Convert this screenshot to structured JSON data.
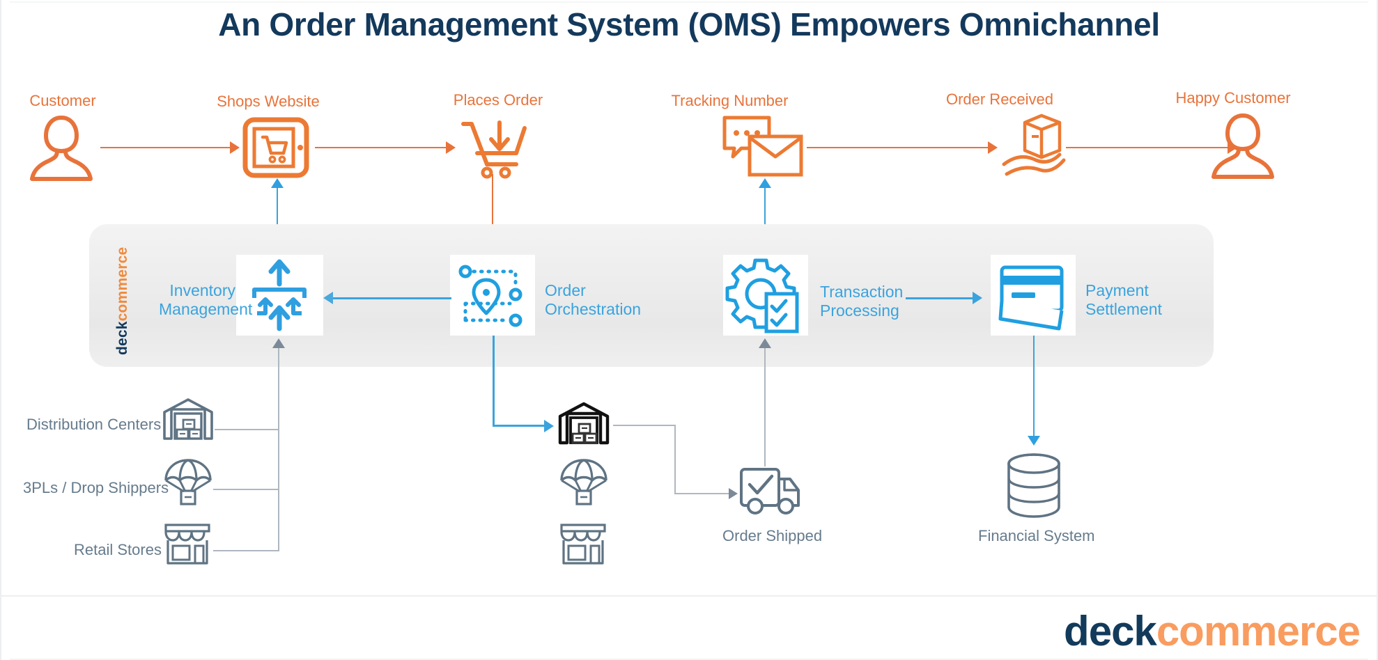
{
  "page": {
    "title": "An Order Management System (OMS) Empowers Omnichannel",
    "brand": {
      "part1": "deck",
      "part2": "commerce"
    },
    "colors": {
      "title_navy": "#13395c",
      "orange": "#e8733a",
      "blue": "#3aa3dd",
      "gray_blue": "#667b8c",
      "panel_gray": "#eceded",
      "brand_orange": "#f99c5f",
      "brand_navy": "#123a5b"
    }
  },
  "customer_journey": {
    "steps": [
      {
        "label": "Customer",
        "icon": "customer-avatar-icon"
      },
      {
        "label": "Shops Website",
        "icon": "tablet-cart-icon"
      },
      {
        "label": "Places Order",
        "icon": "shopping-cart-download-icon"
      },
      {
        "label": "Tracking Number",
        "icon": "chat-envelope-icon"
      },
      {
        "label": "Order Received",
        "icon": "package-in-hand-icon"
      },
      {
        "label": "Happy Customer",
        "icon": "customer-avatar-icon"
      }
    ]
  },
  "oms_panel": {
    "logo": {
      "part1": "deck",
      "part2": "commerce"
    },
    "capabilities": [
      {
        "label_line1": "Inventory",
        "label_line2": "Management",
        "icon": "inventory-arrows-icon"
      },
      {
        "label_line1": "Order",
        "label_line2": "Orchestration",
        "icon": "route-pin-icon"
      },
      {
        "label_line1": "Transaction",
        "label_line2": "Processing",
        "icon": "gear-checklist-icon"
      },
      {
        "label_line1": "Payment",
        "label_line2": "Settlement",
        "icon": "credit-card-icon"
      }
    ]
  },
  "fulfillment_sources": {
    "items": [
      {
        "label": "Distribution Centers",
        "icon": "warehouse-icon"
      },
      {
        "label": "3PLs / Drop Shippers",
        "icon": "parachute-package-icon"
      },
      {
        "label": "Retail Stores",
        "icon": "storefront-icon"
      }
    ]
  },
  "fulfillment_selected": {
    "items": [
      {
        "icon": "warehouse-icon",
        "state": "selected"
      },
      {
        "icon": "parachute-package-icon",
        "state": "default"
      },
      {
        "icon": "storefront-icon",
        "state": "default"
      }
    ]
  },
  "downstream": {
    "shipping": {
      "label": "Order Shipped",
      "icon": "delivery-truck-check-icon"
    },
    "finance": {
      "label": "Financial System",
      "icon": "database-cylinder-icon"
    }
  }
}
